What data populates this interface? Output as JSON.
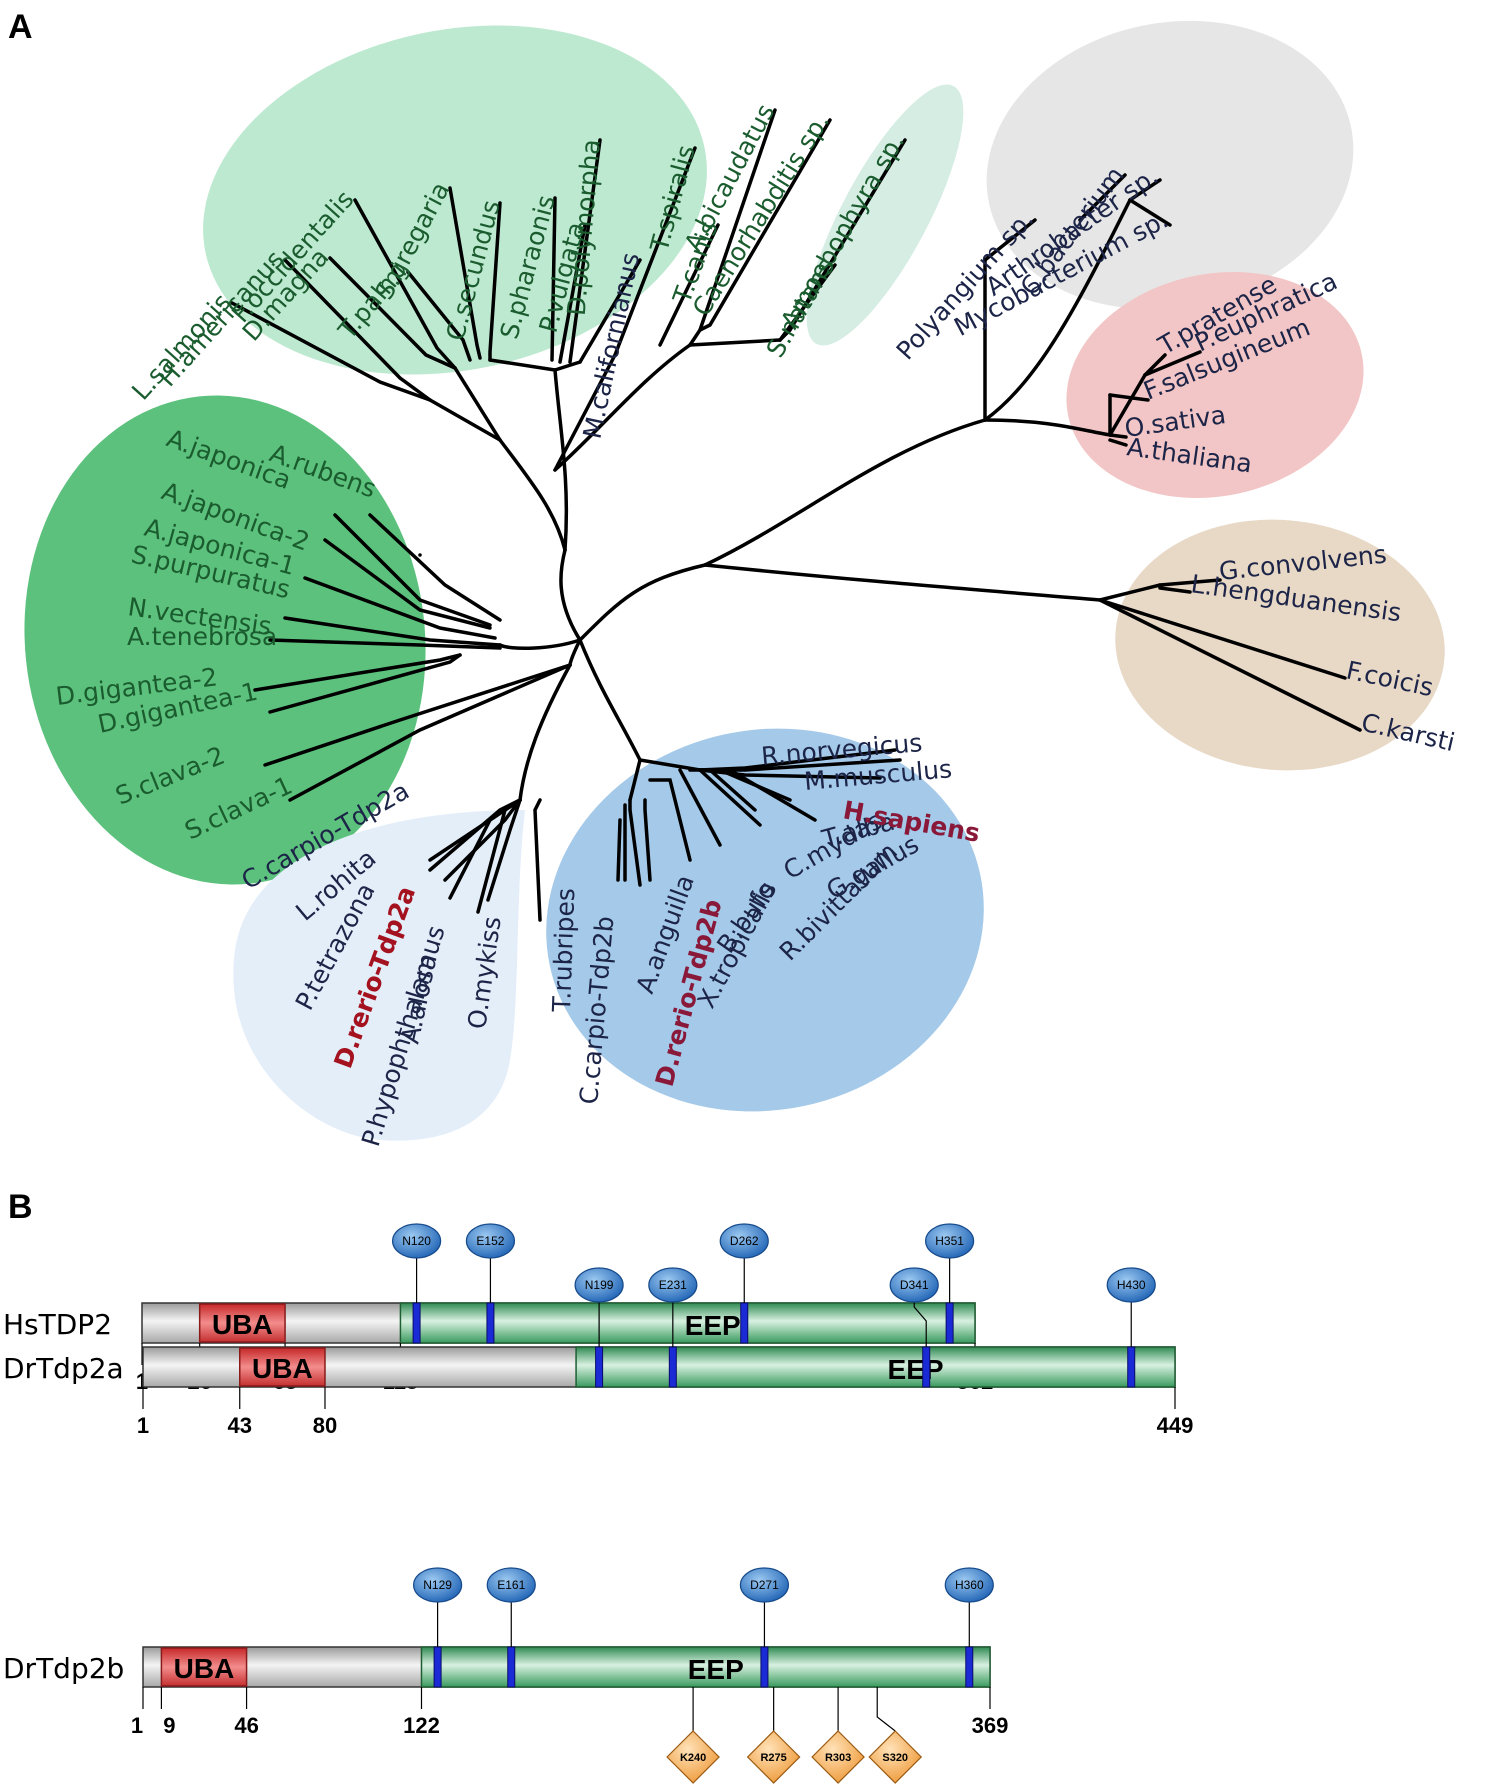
{
  "panels": {
    "a": "A",
    "b": "B"
  },
  "colors": {
    "branch": "#000000",
    "label_default": "#1a5c2e",
    "label_dark": "#1c2447",
    "label_highlight": "#a4121f",
    "label_highlight2": "#8a1838",
    "clade_light_green": "#bde9d1",
    "clade_green": "#5cc17d",
    "clade_mint": "#d6ede4",
    "clade_grey": "#e6e6e6",
    "clade_pink": "#f2c6c6",
    "clade_tan": "#e8d8c6",
    "clade_light_blue": "#e3eef9",
    "clade_blue": "#a4c9e9",
    "eep_fill": "#4ea56c",
    "uba_fill": "#e23c3c",
    "bar_fill": "#c8c8c8",
    "site_fill": "#3a84cc",
    "mod_fill": "#f3a244"
  },
  "tree": {
    "leaves": [
      {
        "id": "l_salmonis",
        "text": "L.salmonis",
        "color": "label_default"
      },
      {
        "id": "h_americanus",
        "text": "H.americanus",
        "color": "label_default"
      },
      {
        "id": "d_magna",
        "text": "D.magna",
        "color": "label_default"
      },
      {
        "id": "f_occidentalis",
        "text": "F.occidentalis",
        "color": "label_default"
      },
      {
        "id": "t_palmi",
        "text": "T.palmi",
        "color": "label_default"
      },
      {
        "id": "s_gregaria",
        "text": "S.gregaria",
        "color": "label_default"
      },
      {
        "id": "c_secundus",
        "text": "C.secundus",
        "color": "label_default"
      },
      {
        "id": "s_pharaonis",
        "text": "S.pharaonis",
        "color": "label_default"
      },
      {
        "id": "p_vulgata",
        "text": "P.vulgata",
        "color": "label_default"
      },
      {
        "id": "d_polymorpha",
        "text": "D.polymorpha",
        "color": "label_default"
      },
      {
        "id": "m_californianus",
        "text": "M.californianus",
        "color": "label_dark"
      },
      {
        "id": "t_spiralis",
        "text": "T.spiralis",
        "color": "label_default"
      },
      {
        "id": "t_canis",
        "text": "T.canis",
        "color": "label_default"
      },
      {
        "id": "a_bicaudatus",
        "text": "A.bicaudatus",
        "color": "label_default"
      },
      {
        "id": "caenorhabditis",
        "text": "Caenorhabditis sp.",
        "color": "label_default"
      },
      {
        "id": "s_natans",
        "text": "S.natans",
        "color": "label_default"
      },
      {
        "id": "amoebophyra",
        "text": "Amoebophyra sp.",
        "color": "label_default"
      },
      {
        "id": "polyangium",
        "text": "Polyangium sp.",
        "color": "label_dark"
      },
      {
        "id": "c_bacterium",
        "text": "C.bacterium",
        "color": "label_dark"
      },
      {
        "id": "arthrobacter",
        "text": "Arthrobacter sp.",
        "color": "label_dark"
      },
      {
        "id": "mycobacterium",
        "text": "Mycobacterium sp.",
        "color": "label_dark"
      },
      {
        "id": "t_pratense",
        "text": "T.pratense",
        "color": "label_dark"
      },
      {
        "id": "p_euphratica",
        "text": "P.euphratica",
        "color": "label_dark"
      },
      {
        "id": "f_salsugineum",
        "text": "F.salsugineum",
        "color": "label_dark"
      },
      {
        "id": "o_sativa",
        "text": "O.sativa",
        "color": "label_dark"
      },
      {
        "id": "a_thaliana",
        "text": "A.thaliana",
        "color": "label_dark"
      },
      {
        "id": "g_convolvens",
        "text": "G.convolvens",
        "color": "label_dark"
      },
      {
        "id": "l_hengduanensis",
        "text": "L.hengduanensis",
        "color": "label_dark"
      },
      {
        "id": "f_coicis",
        "text": "F.coicis",
        "color": "label_dark"
      },
      {
        "id": "c_karsti",
        "text": "C.karsti",
        "color": "label_dark"
      },
      {
        "id": "a_japonica",
        "text": "A.japonica",
        "color": "label_default"
      },
      {
        "id": "a_rubens",
        "text": "A.rubens",
        "color": "label_default"
      },
      {
        "id": "a_japonica_2",
        "text": "A.japonica-2",
        "color": "label_default"
      },
      {
        "id": "a_japonica_1",
        "text": "A.japonica-1",
        "color": "label_default"
      },
      {
        "id": "s_purpuratus",
        "text": "S.purpuratus",
        "color": "label_default"
      },
      {
        "id": "n_vectensis",
        "text": "N.vectensis",
        "color": "label_default"
      },
      {
        "id": "a_tenebrosa",
        "text": "A.tenebrosa",
        "color": "label_default"
      },
      {
        "id": "d_gigantea_2",
        "text": "D.gigantea-2",
        "color": "label_default"
      },
      {
        "id": "d_gigantea_1",
        "text": "D.gigantea-1",
        "color": "label_default"
      },
      {
        "id": "s_clava_2",
        "text": "S.clava-2",
        "color": "label_default"
      },
      {
        "id": "s_clava_1",
        "text": "S.clava-1",
        "color": "label_default"
      },
      {
        "id": "c_carpio_tdp2a",
        "text": "C.carpio-Tdp2a",
        "color": "label_dark"
      },
      {
        "id": "l_rohita",
        "text": "L.rohita",
        "color": "label_dark"
      },
      {
        "id": "p_tetrazona",
        "text": "P.tetrazona",
        "color": "label_dark"
      },
      {
        "id": "d_rerio_tdp2a",
        "text": "D.rerio-Tdp2a",
        "color": "label_highlight",
        "bold": true
      },
      {
        "id": "p_hypophthalamus",
        "text": "P.hypophthalamus",
        "color": "label_dark"
      },
      {
        "id": "a_alosa",
        "text": "A.alosa",
        "color": "label_dark"
      },
      {
        "id": "o_mykiss",
        "text": "O.mykiss",
        "color": "label_dark"
      },
      {
        "id": "t_rubripes",
        "text": "T.rubripes",
        "color": "label_dark"
      },
      {
        "id": "c_carpio_tdp2b",
        "text": "C.carpio-Tdp2b",
        "color": "label_dark"
      },
      {
        "id": "d_rerio_tdp2b",
        "text": "D.rerio-Tdp2b",
        "color": "label_highlight2",
        "bold": true
      },
      {
        "id": "a_anguilla",
        "text": "A.anguilla",
        "color": "label_dark"
      },
      {
        "id": "x_tropicalis",
        "text": "X.tropicalis",
        "color": "label_dark"
      },
      {
        "id": "b_bufo",
        "text": "B.bufo",
        "color": "label_dark"
      },
      {
        "id": "r_bivittatum",
        "text": "R.bivittatum",
        "color": "label_dark"
      },
      {
        "id": "c_mydas",
        "text": "C.mydas",
        "color": "label_dark"
      },
      {
        "id": "g_gallus",
        "text": "G.gallus",
        "color": "label_dark"
      },
      {
        "id": "t_alba",
        "text": "T.alba",
        "color": "label_dark"
      },
      {
        "id": "h_sapiens",
        "text": "H.sapiens",
        "color": "label_highlight2",
        "bold": true
      },
      {
        "id": "m_musculus",
        "text": "M.musculus",
        "color": "label_dark"
      },
      {
        "id": "r_norvegicus",
        "text": "R.norvegicus",
        "color": "label_dark"
      }
    ]
  },
  "domains": {
    "uba": "UBA",
    "eep": "EEP",
    "proteins": [
      {
        "id": "hstdp2",
        "name": "HsTDP2",
        "length": 362,
        "positions": [
          "1",
          "26",
          "63",
          "113",
          "362"
        ],
        "uba": [
          26,
          63
        ],
        "eep": [
          113,
          362
        ],
        "sites": [
          "N120",
          "E152",
          "D262",
          "H351"
        ],
        "site_pos": [
          120,
          152,
          262,
          351
        ],
        "mods": []
      },
      {
        "id": "drtdp2a",
        "name": "DrTdp2a",
        "length": 449,
        "positions": [
          "1",
          "43",
          "80",
          "449"
        ],
        "uba": [
          43,
          80
        ],
        "eep": [
          189,
          449
        ],
        "sites": [
          "N199",
          "E231",
          "D341",
          "H430"
        ],
        "site_pos": [
          199,
          231,
          341,
          430
        ],
        "mods": []
      },
      {
        "id": "drtdp2b",
        "name": "DrTdp2b",
        "length": 369,
        "positions": [
          "1",
          "9",
          "46",
          "122",
          "369"
        ],
        "uba": [
          9,
          46
        ],
        "eep": [
          122,
          369
        ],
        "sites": [
          "N129",
          "E161",
          "D271",
          "H360"
        ],
        "site_pos": [
          129,
          161,
          271,
          360
        ],
        "mods": [
          "K240",
          "R275",
          "R303",
          "S320"
        ],
        "mod_pos": [
          240,
          275,
          303,
          320
        ]
      }
    ]
  }
}
